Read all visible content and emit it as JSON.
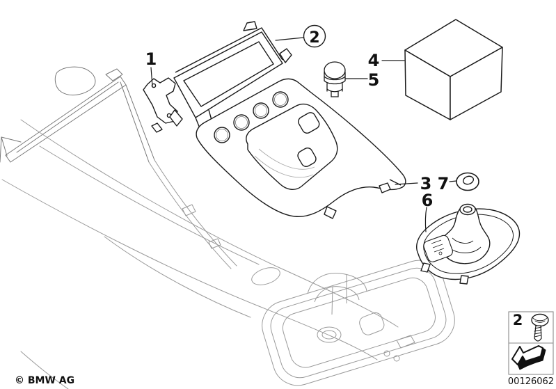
{
  "colors": {
    "background": "#ffffff",
    "dark_line": "#1a1a1a",
    "body_line": "#9a9a9a",
    "lid_line": "#777777",
    "legend_border": "#8a8a8a"
  },
  "callouts": [
    {
      "label": "1"
    },
    {
      "label": "2",
      "circled": true
    },
    {
      "label": "3"
    },
    {
      "label": "4"
    },
    {
      "label": "5"
    },
    {
      "label": "6"
    },
    {
      "label": "7"
    }
  ],
  "legend": {
    "item_number": "2",
    "icons": [
      "screw-icon",
      "direction-arrow-icon"
    ]
  },
  "footer": {
    "copyright": "© BMW AG",
    "image_number": "00126062"
  }
}
